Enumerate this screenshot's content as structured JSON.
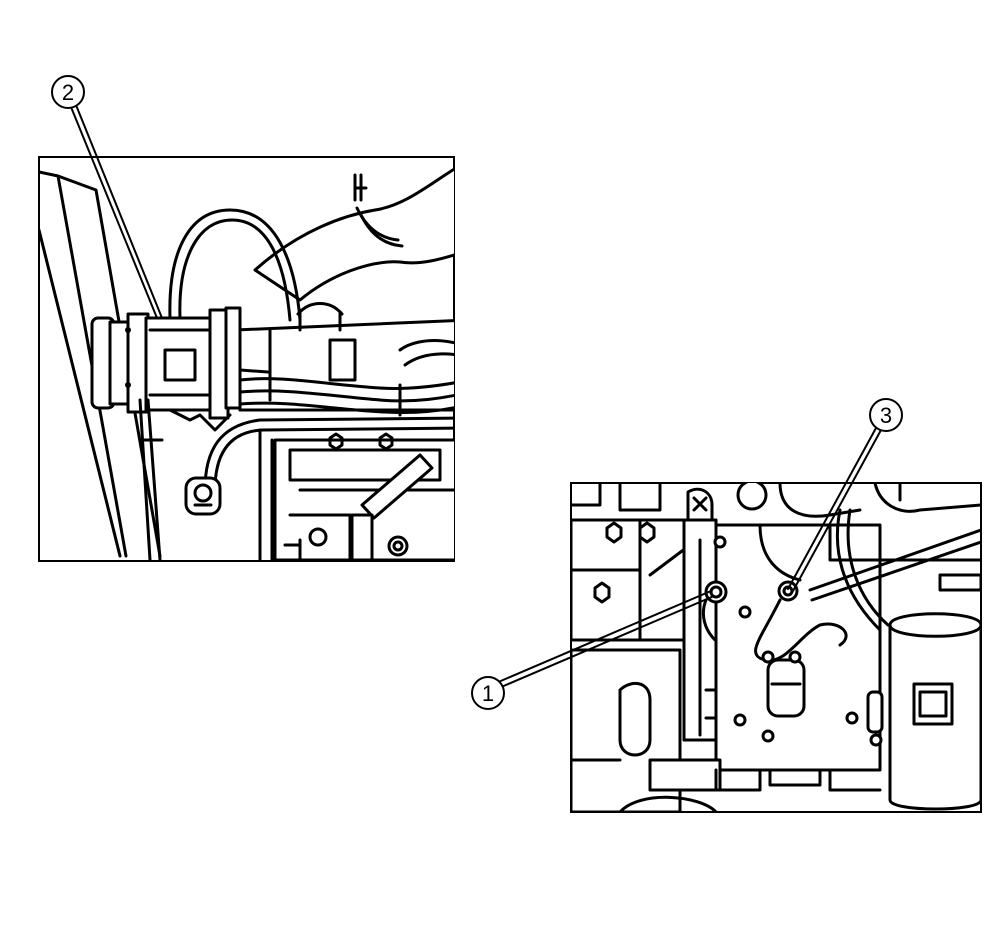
{
  "figure": {
    "callouts": [
      {
        "id": "callout-1",
        "number": "1"
      },
      {
        "id": "callout-2",
        "number": "2"
      },
      {
        "id": "callout-3",
        "number": "3"
      }
    ]
  }
}
